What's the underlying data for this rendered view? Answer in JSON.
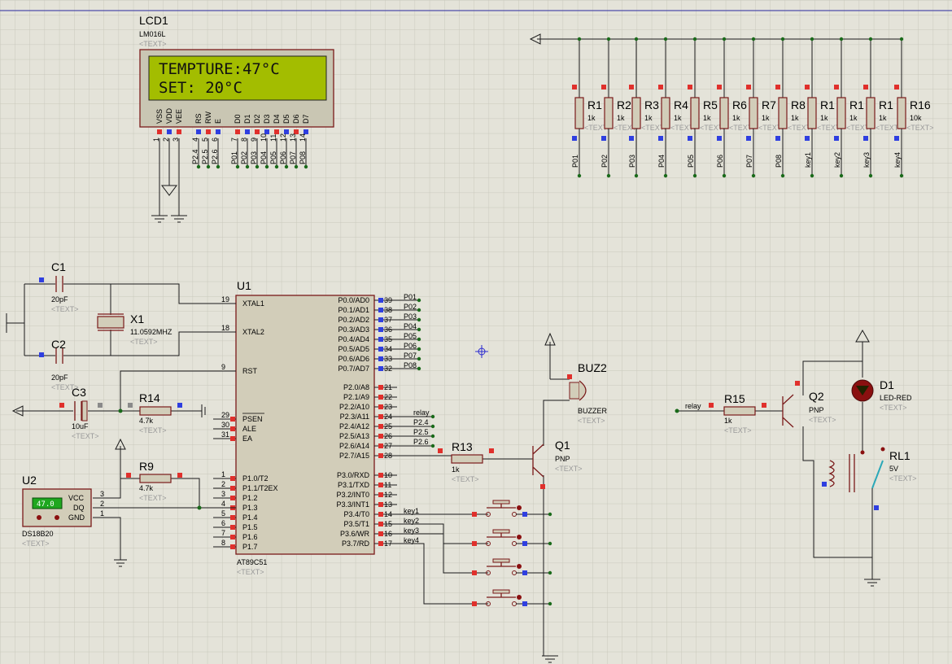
{
  "lcd": {
    "ref": "LCD1",
    "model": "LM016L",
    "placeholder": "<TEXT>",
    "line1": "TEMPTURE:47°C",
    "line2": "SET: 20°C",
    "pin_names": [
      "VSS",
      "VDD",
      "VEE",
      "RS",
      "RW",
      "E",
      "D0",
      "D1",
      "D2",
      "D3",
      "D4",
      "D5",
      "D6",
      "D7"
    ],
    "pin_nums": [
      "1",
      "2",
      "3",
      "4",
      "5",
      "6",
      "7",
      "8",
      "9",
      "10",
      "11",
      "12",
      "13",
      "14"
    ],
    "net_labels": [
      "P2.4",
      "P2.5",
      "P2.6",
      "P01",
      "P02",
      "P03",
      "P04",
      "P05",
      "P06",
      "P07",
      "P08"
    ]
  },
  "resistor_bank": {
    "refs": [
      "R1",
      "R2",
      "R3",
      "R4",
      "R5",
      "R6",
      "R7",
      "R8",
      "R1",
      "R1",
      "R1",
      "R16"
    ],
    "values": [
      "1k",
      "1k",
      "1k",
      "1k",
      "1k",
      "1k",
      "1k",
      "1k",
      "1k",
      "1k",
      "1k",
      "10k"
    ],
    "nets": [
      "P01",
      "P02",
      "P03",
      "P04",
      "P05",
      "P06",
      "P07",
      "P08",
      "key1",
      "key2",
      "key3",
      "key4"
    ],
    "placeholder": "<TEXT>"
  },
  "mcu": {
    "ref": "U1",
    "model": "AT89C51",
    "placeholder": "<TEXT>",
    "left_pins": [
      {
        "num": "19",
        "name": "XTAL1"
      },
      {
        "num": "18",
        "name": "XTAL2"
      },
      {
        "num": "9",
        "name": "RST"
      },
      {
        "num": "29",
        "name": "PSEN"
      },
      {
        "num": "30",
        "name": "ALE"
      },
      {
        "num": "31",
        "name": "EA"
      },
      {
        "num": "1",
        "name": "P1.0/T2"
      },
      {
        "num": "2",
        "name": "P1.1/T2EX"
      },
      {
        "num": "3",
        "name": "P1.2"
      },
      {
        "num": "4",
        "name": "P1.3"
      },
      {
        "num": "5",
        "name": "P1.4"
      },
      {
        "num": "6",
        "name": "P1.5"
      },
      {
        "num": "7",
        "name": "P1.6"
      },
      {
        "num": "8",
        "name": "P1.7"
      }
    ],
    "right_pins": [
      {
        "num": "39",
        "name": "P0.0/AD0"
      },
      {
        "num": "38",
        "name": "P0.1/AD1"
      },
      {
        "num": "37",
        "name": "P0.2/AD2"
      },
      {
        "num": "36",
        "name": "P0.3/AD3"
      },
      {
        "num": "35",
        "name": "P0.4/AD4"
      },
      {
        "num": "34",
        "name": "P0.5/AD5"
      },
      {
        "num": "33",
        "name": "P0.6/AD6"
      },
      {
        "num": "32",
        "name": "P0.7/AD7"
      },
      {
        "num": "21",
        "name": "P2.0/A8"
      },
      {
        "num": "22",
        "name": "P2.1/A9"
      },
      {
        "num": "23",
        "name": "P2.2/A10"
      },
      {
        "num": "24",
        "name": "P2.3/A11"
      },
      {
        "num": "25",
        "name": "P2.4/A12"
      },
      {
        "num": "26",
        "name": "P2.5/A13"
      },
      {
        "num": "27",
        "name": "P2.6/A14"
      },
      {
        "num": "28",
        "name": "P2.7/A15"
      },
      {
        "num": "10",
        "name": "P3.0/RXD"
      },
      {
        "num": "11",
        "name": "P3.1/TXD"
      },
      {
        "num": "12",
        "name": "P3.2/INT0"
      },
      {
        "num": "13",
        "name": "P3.3/INT1"
      },
      {
        "num": "14",
        "name": "P3.4/T0"
      },
      {
        "num": "15",
        "name": "P3.5/T1"
      },
      {
        "num": "16",
        "name": "P3.6/WR"
      },
      {
        "num": "17",
        "name": "P3.7/RD"
      }
    ],
    "p0_nets": [
      "P01",
      "P02",
      "P03",
      "P04",
      "P05",
      "P06",
      "P07",
      "P08"
    ],
    "p2_nets": [
      "relay",
      "P2.4",
      "P2.5",
      "P2.6"
    ],
    "key_nets": [
      "key1",
      "key2",
      "key3",
      "key4"
    ]
  },
  "parts": {
    "c1": {
      "ref": "C1",
      "value": "20pF",
      "placeholder": "<TEXT>"
    },
    "c2": {
      "ref": "C2",
      "value": "20pF",
      "placeholder": "<TEXT>"
    },
    "x1": {
      "ref": "X1",
      "value": "11.0592MHZ",
      "placeholder": "<TEXT>"
    },
    "c3": {
      "ref": "C3",
      "value": "10uF",
      "placeholder": "<TEXT>"
    },
    "r14": {
      "ref": "R14",
      "value": "4.7k",
      "placeholder": "<TEXT>"
    },
    "r9": {
      "ref": "R9",
      "value": "4.7k",
      "placeholder": "<TEXT>"
    },
    "u2": {
      "ref": "U2",
      "model": "DS18B20",
      "placeholder": "<TEXT>",
      "reading": "47.0",
      "pins": [
        "VCC",
        "DQ",
        "GND"
      ],
      "pin_nums": [
        "3",
        "2",
        "1"
      ]
    },
    "r13": {
      "ref": "R13",
      "value": "1k",
      "placeholder": "<TEXT>"
    },
    "q1": {
      "ref": "Q1",
      "type": "PNP",
      "placeholder": "<TEXT>"
    },
    "buz": {
      "ref": "BUZ2",
      "model": "BUZZER",
      "placeholder": "<TEXT>"
    },
    "r15": {
      "ref": "R15",
      "value": "1k",
      "placeholder": "<TEXT>",
      "net": "relay"
    },
    "q2": {
      "ref": "Q2",
      "type": "PNP",
      "placeholder": "<TEXT>"
    },
    "d1": {
      "ref": "D1",
      "model": "LED-RED",
      "placeholder": "<TEXT>"
    },
    "rl1": {
      "ref": "RL1",
      "value": "5V",
      "placeholder": "<TEXT>"
    }
  },
  "colors": {
    "background": "#e4e3d9",
    "grid": "#c9c8bc",
    "lcd_screen": "#a3bd00",
    "pin_red": "#e0302c",
    "pin_blue": "#2f3fe0",
    "pin_gray": "#8a8a8a"
  }
}
